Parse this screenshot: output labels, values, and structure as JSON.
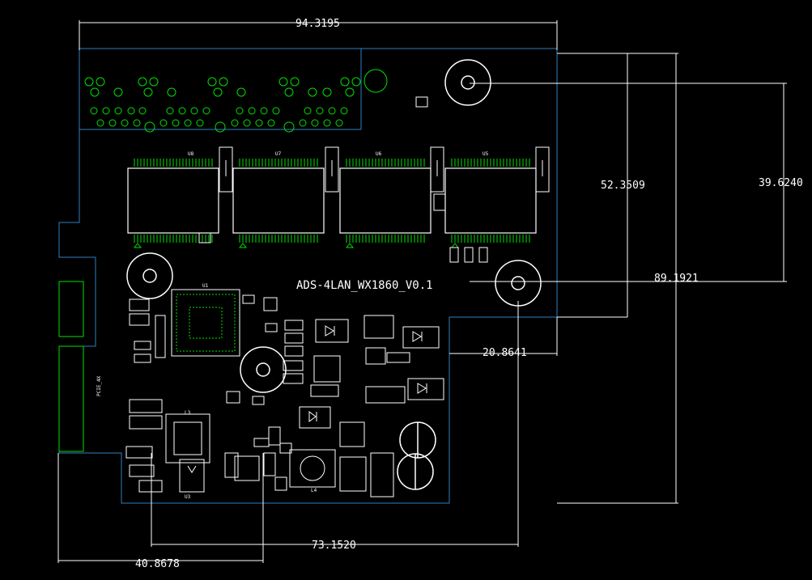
{
  "board": {
    "title": "ADS-4LAN_WX1860_V0.1",
    "edge_color": "#2e7fc2",
    "dimension_color": "#ffffff",
    "component_color": "#00e000",
    "silk_color": "#ffffff"
  },
  "dimensions": {
    "top_width": "94.3195",
    "height_right": "52.3509",
    "height_outer": "39.6240",
    "height_full": "89.1921",
    "notch_width": "20.8641",
    "bottom_width": "73.1520",
    "left_offset": "40.8678"
  },
  "chips": [
    {
      "ref": "U8"
    },
    {
      "ref": "U7"
    },
    {
      "ref": "U6"
    },
    {
      "ref": "U5"
    }
  ],
  "main_chip": {
    "ref": "U1"
  },
  "regulators": [
    {
      "ref": "U3"
    },
    {
      "ref": "L3"
    },
    {
      "ref": "L4"
    }
  ],
  "pcie_label": "PCIE_4X",
  "icons": [
    "mounting-hole-icon",
    "diode-icon",
    "capacitor-icon"
  ]
}
